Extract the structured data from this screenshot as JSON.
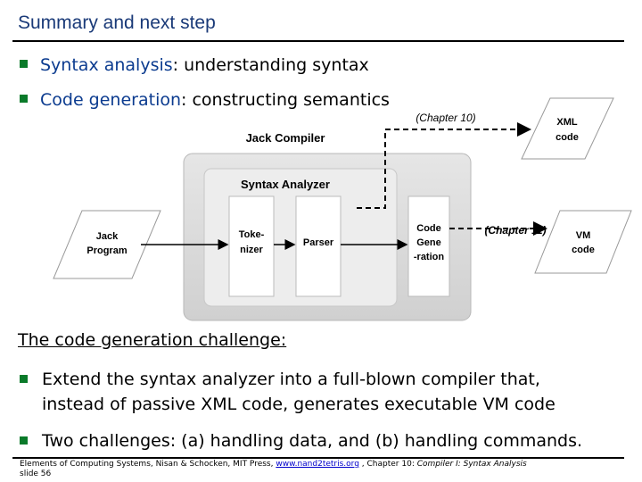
{
  "title": "Summary and next step",
  "bullets": [
    {
      "term": "Syntax analysis",
      "rest": ": understanding syntax"
    },
    {
      "term": "Code generation",
      "rest": ": constructing semantics"
    }
  ],
  "diagram": {
    "jack_compiler": "Jack Compiler",
    "syntax_analyzer": "Syntax Analyzer",
    "jack_program": [
      "Jack",
      "Program"
    ],
    "tokenizer": [
      "Toke-",
      "nizer"
    ],
    "parser": "Parser",
    "code_generation": [
      "Code",
      "Gene",
      "-ration"
    ],
    "xml_code": [
      "XML",
      "code"
    ],
    "vm_code": [
      "VM",
      "code"
    ],
    "chapter10": "(Chapter 10)",
    "chapter11": "(Chapter 11)"
  },
  "challenge_heading": "The code generation challenge:",
  "challenge_bullets": [
    [
      "Extend the syntax analyzer into a full-blown compiler that,",
      "instead of passive XML code, generates executable VM code"
    ],
    [
      "Two challenges:  (a) handling data, and (b) handling commands."
    ]
  ],
  "footer": {
    "source": "Elements of Computing Systems, Nisan & Schocken, MIT Press, ",
    "link": "www.nand2tetris.org",
    "chapter": " , Chapter 10: ",
    "chapter_title": "Compiler I: Syntax Analysis",
    "slide": "slide 56"
  },
  "colors": {
    "bullet": "#0a7a2a",
    "title": "#1a3a78",
    "term": "#0b3b8f"
  }
}
